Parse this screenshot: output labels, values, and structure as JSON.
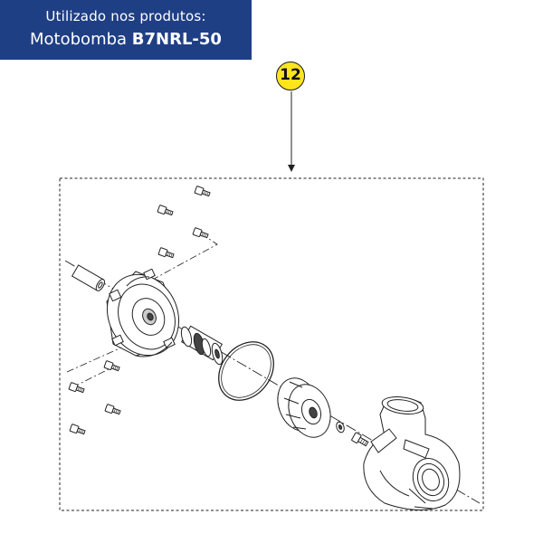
{
  "header": {
    "used_in_label": "Utilizado nos produtos:",
    "product_prefix": "Motobomba",
    "product_model": "B7NRL-50"
  },
  "callout": {
    "number": "12"
  },
  "colors": {
    "banner": "#1f3f85",
    "badge": "#ffe51c",
    "line": "#222222"
  },
  "diagram_parts": [
    "screw",
    "bushing",
    "motor-bracket",
    "mechanical-seal",
    "o-ring",
    "impeller",
    "washer",
    "impeller-screw",
    "pump-casing"
  ]
}
